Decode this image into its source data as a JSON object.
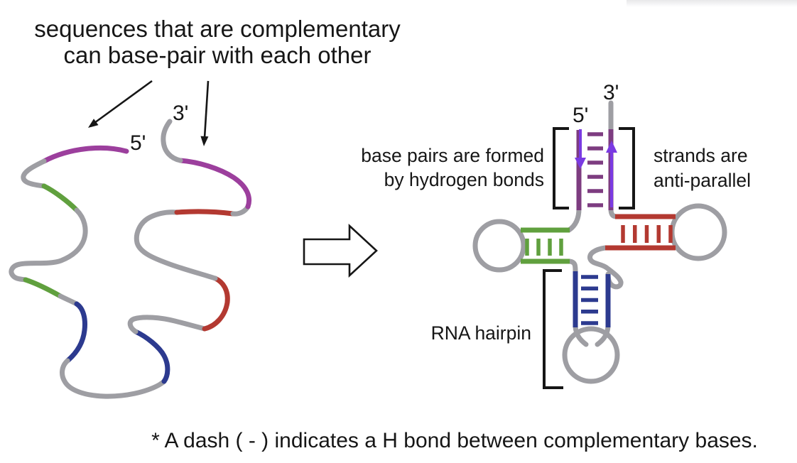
{
  "title": {
    "line1": "sequences that are complementary",
    "line2": "can base-pair with each other"
  },
  "unfolded_strand": {
    "five_prime_label": "5'",
    "three_prime_label": "3'"
  },
  "folded_structure": {
    "five_prime_label": "5'",
    "three_prime_label": "3'",
    "hbond_label": {
      "line1": "base pairs are formed",
      "line2": "by hydrogen bonds"
    },
    "antiparallel_label": {
      "line1": "strands are",
      "line2": "anti-parallel"
    },
    "hairpin_label": "RNA hairpin",
    "stems": [
      {
        "name": "purple-stem",
        "color_key": "plum",
        "orientation": "vertical",
        "hbond_count": 6
      },
      {
        "name": "green-stem",
        "color_key": "green",
        "orientation": "horizontal",
        "hbond_count": 4
      },
      {
        "name": "red-stem",
        "color_key": "red",
        "orientation": "horizontal",
        "hbond_count": 5
      },
      {
        "name": "blue-stem",
        "color_key": "navy",
        "orientation": "vertical",
        "hbond_count": 5
      }
    ]
  },
  "caption": "* A dash ( - ) indicates a H bond between complementary bases.",
  "colors": {
    "magenta": "#9c3f9d",
    "plum": "#7d3c80",
    "violet": "#7a3ae2",
    "green": "#60a03e",
    "red": "#b33931",
    "navy": "#2c3a8f",
    "gray": "#9e9ea3",
    "ink": "#161616"
  }
}
